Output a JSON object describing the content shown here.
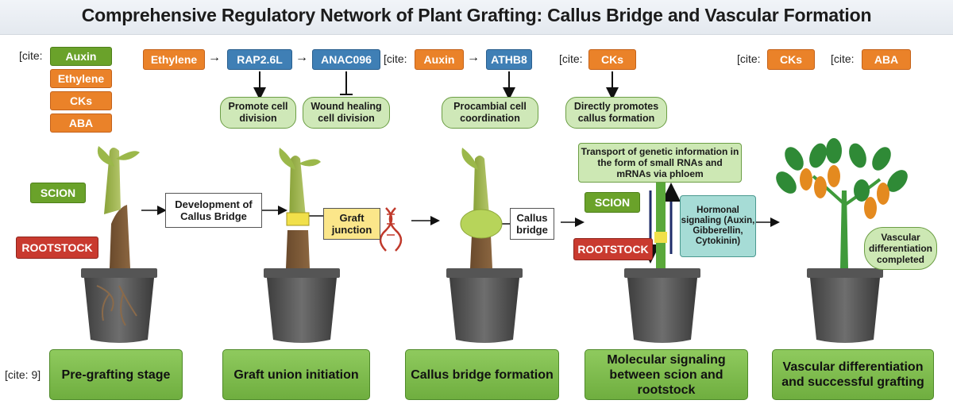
{
  "title": "Comprehensive Regulatory Network of Plant Grafting: Callus Bridge and Vascular Formation",
  "cite_label": "[cite:",
  "cite_stage": "[cite: 9]",
  "legend": [
    "Auxin",
    "Ethylene",
    "CKs",
    "ABA"
  ],
  "pathway": {
    "ethylene": "Ethylene",
    "rap": "RAP2.6L",
    "anac": "ANAC096",
    "auxin": "Auxin",
    "athb": "ATHB8",
    "cks": "CKs",
    "cks2": "CKs",
    "aba": "ABA"
  },
  "outcomes": {
    "promote_cell_division": "Promote cell division",
    "wound_healing": "Wound healing cell division",
    "procambial": "Procambial cell coordination",
    "callus_formation": "Directly promotes callus formation"
  },
  "labels": {
    "scion": "SCION",
    "rootstock": "ROOTSTOCK",
    "development": "Development of Callus Bridge",
    "graft_junction": "Graft junction",
    "callus_bridge": "Callus bridge",
    "transport": "Transport of genetic information in the form of small RNAs and mRNAs via phloem",
    "hormonal": "Hormonal signaling (Auxin, Gibberellin, Cytokinin)",
    "vascular": "Vascular differentiation completed"
  },
  "stages": [
    "Pre-grafting stage",
    "Graft union initiation",
    "Callus bridge formation",
    "Molecular signaling between scion and rootstock",
    "Vascular differentiation and successful grafting"
  ],
  "colors": {
    "green": "#6aa22a",
    "orange": "#ea8229",
    "blue": "#3f7fb5",
    "red": "#c93a2f",
    "stage_green": "#7ebd4f"
  }
}
